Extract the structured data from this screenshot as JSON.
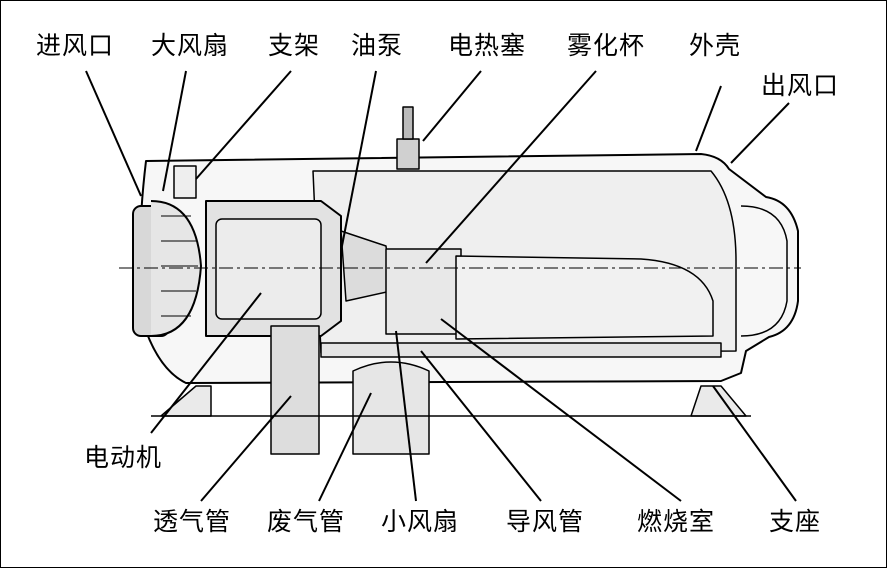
{
  "labels": [
    "进风口",
    "大风扇",
    "支架",
    "油泵",
    "电热塞",
    "雾化杯",
    "外壳",
    "出风口",
    "电动机",
    "透气管",
    "废气管",
    "小风扇",
    "导风管",
    "燃烧室",
    "支座"
  ]
}
